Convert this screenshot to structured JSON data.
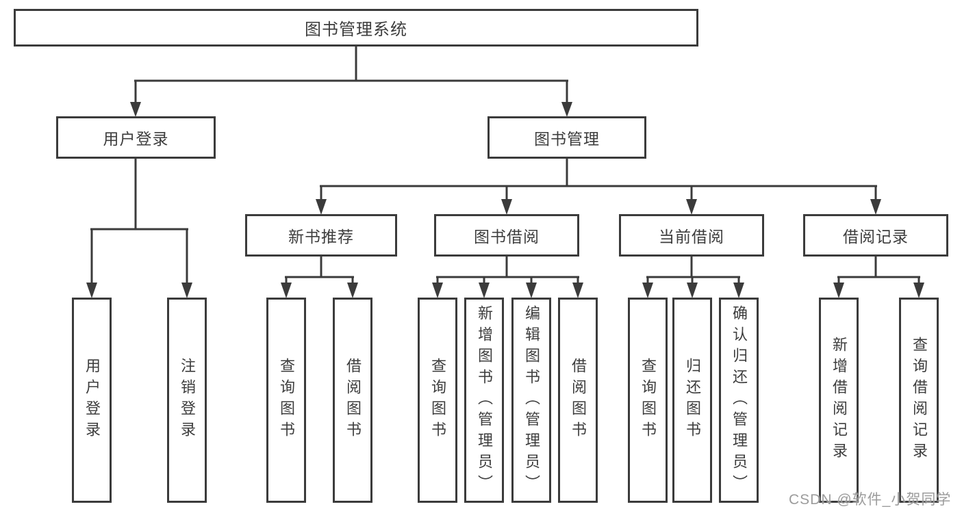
{
  "diagram_title": "图书管理系统",
  "tree": {
    "root": {
      "label": "图书管理系统"
    },
    "level2": [
      {
        "id": "user-login",
        "label": "用户登录",
        "parent": "root"
      },
      {
        "id": "book-management",
        "label": "图书管理",
        "parent": "root"
      }
    ],
    "level3": [
      {
        "id": "new-book-recommend",
        "label": "新书推荐",
        "parent": "book-management"
      },
      {
        "id": "book-borrow",
        "label": "图书借阅",
        "parent": "book-management"
      },
      {
        "id": "current-borrow",
        "label": "当前借阅",
        "parent": "book-management"
      },
      {
        "id": "borrow-records",
        "label": "借阅记录",
        "parent": "book-management"
      }
    ],
    "leaves": [
      {
        "label": "用户登录",
        "parent": "user-login"
      },
      {
        "label": "注销登录",
        "parent": "user-login"
      },
      {
        "label": "查询图书",
        "parent": "new-book-recommend"
      },
      {
        "label": "借阅图书",
        "parent": "new-book-recommend"
      },
      {
        "label": "查询图书",
        "parent": "book-borrow"
      },
      {
        "label": "新增图书（管理员）",
        "parent": "book-borrow"
      },
      {
        "label": "编辑图书（管理员）",
        "parent": "book-borrow"
      },
      {
        "label": "借阅图书",
        "parent": "book-borrow"
      },
      {
        "label": "查询图书",
        "parent": "current-borrow"
      },
      {
        "label": "归还图书",
        "parent": "current-borrow"
      },
      {
        "label": "确认归还（管理员）",
        "parent": "current-borrow"
      },
      {
        "label": "新增借阅记录",
        "parent": "borrow-records"
      },
      {
        "label": "查询借阅记录",
        "parent": "borrow-records"
      }
    ]
  },
  "watermark": {
    "text": "CSDN @软件_小贺同学"
  },
  "colors": {
    "line": "#3b3b3b",
    "box_border": "#3b3b3b",
    "box_fill": "#ffffff",
    "text": "#3d3d3d",
    "watermark": "#949494"
  }
}
